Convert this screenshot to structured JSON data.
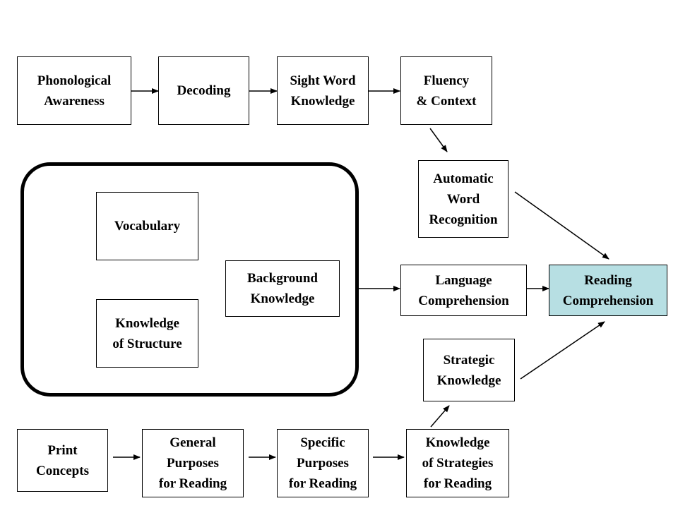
{
  "nodes": {
    "phonological_awareness": "Phonological\nAwareness",
    "decoding": "Decoding",
    "sight_word_knowledge": "Sight Word\nKnowledge",
    "fluency_context": "Fluency\n& Context",
    "automatic_word_recognition": "Automatic\nWord\nRecognition",
    "vocabulary": "Vocabulary",
    "background_knowledge": "Background\nKnowledge",
    "knowledge_of_structure": "Knowledge\nof Structure",
    "language_comprehension": "Language\nComprehension",
    "reading_comprehension": "Reading\nComprehension",
    "strategic_knowledge": "Strategic\nKnowledge",
    "print_concepts": "Print\nConcepts",
    "general_purposes": "General\nPurposes\nfor Reading",
    "specific_purposes": "Specific\nPurposes\nfor Reading",
    "knowledge_of_strategies": "Knowledge\nof Strategies\nfor Reading"
  },
  "colors": {
    "reading_comprehension_fill": "#b7dfe3",
    "stroke": "#000000"
  },
  "edges": [
    [
      "phonological_awareness",
      "decoding"
    ],
    [
      "decoding",
      "sight_word_knowledge"
    ],
    [
      "sight_word_knowledge",
      "fluency_context"
    ],
    [
      "fluency_context",
      "automatic_word_recognition"
    ],
    [
      "automatic_word_recognition",
      "reading_comprehension"
    ],
    [
      "background_knowledge_group",
      "language_comprehension"
    ],
    [
      "language_comprehension",
      "reading_comprehension"
    ],
    [
      "strategic_knowledge",
      "reading_comprehension"
    ],
    [
      "knowledge_of_strategies",
      "strategic_knowledge"
    ],
    [
      "print_concepts",
      "general_purposes"
    ],
    [
      "general_purposes",
      "specific_purposes"
    ],
    [
      "specific_purposes",
      "knowledge_of_strategies"
    ]
  ]
}
